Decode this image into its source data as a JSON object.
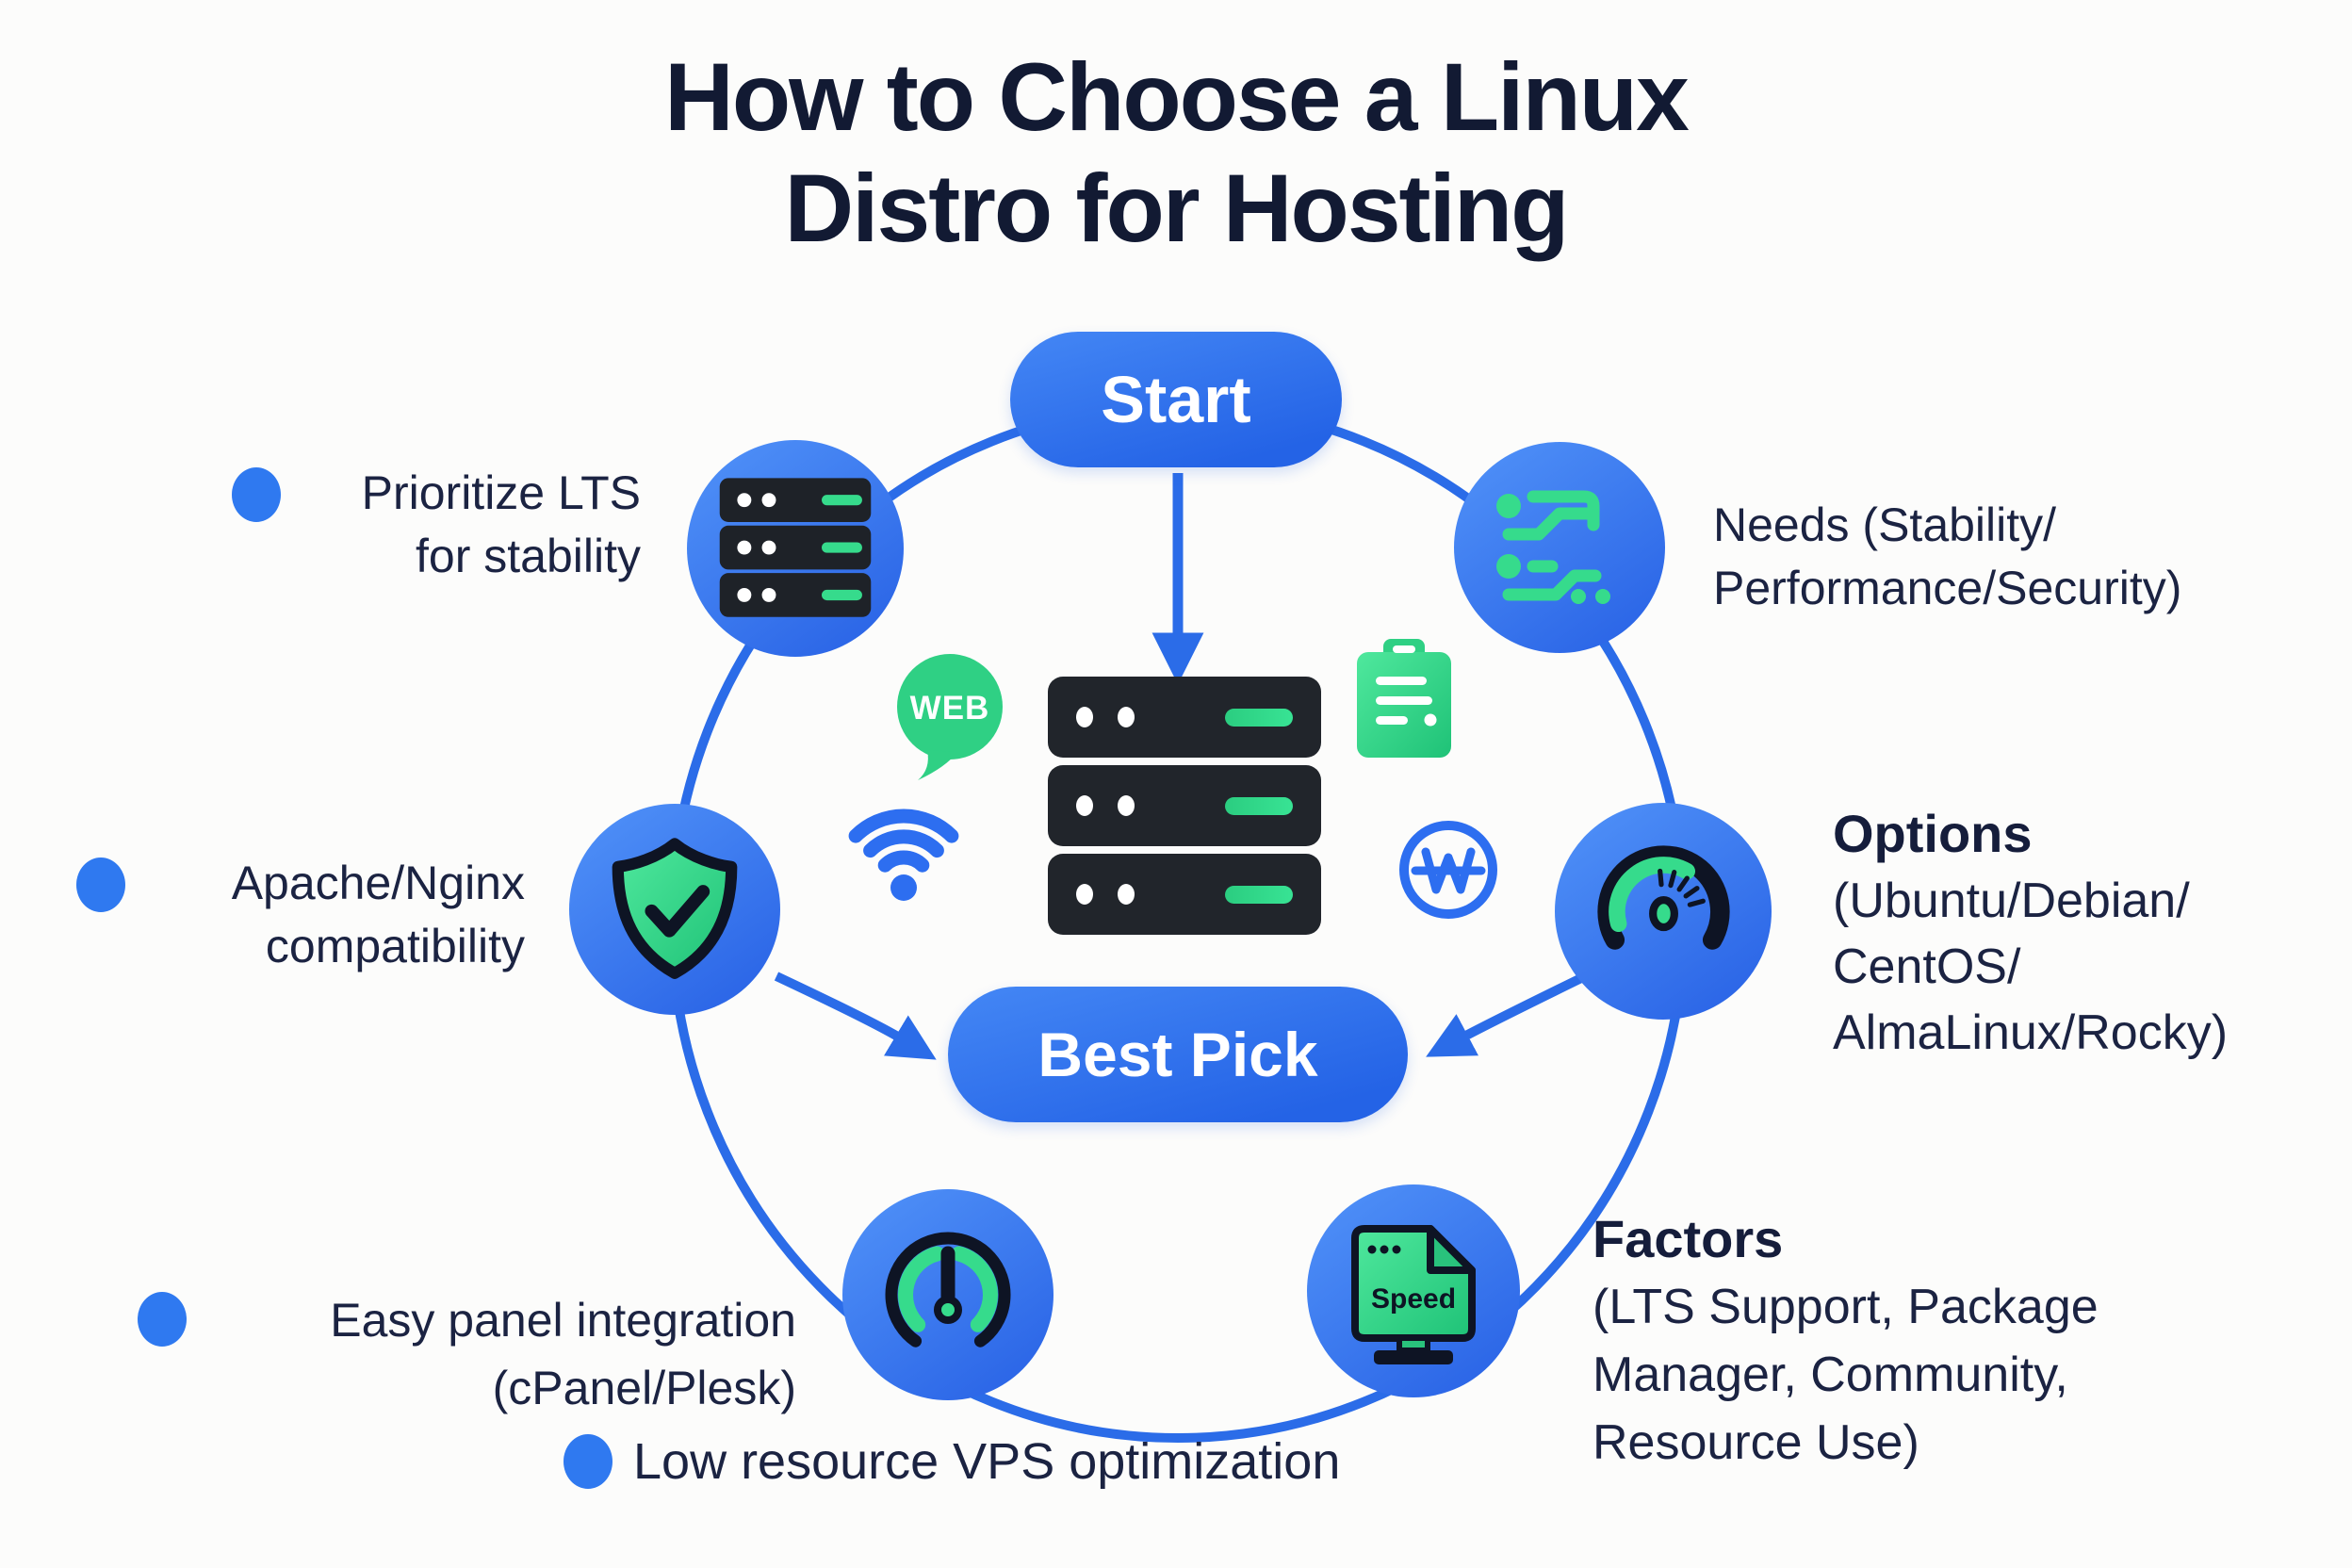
{
  "title": {
    "lines": [
      "How to Choose a Linux",
      "Distro for Hosting"
    ]
  },
  "flow": {
    "start_label": "Start",
    "best_pick_label": "Best Pick"
  },
  "callouts": {
    "top_left": {
      "lines": [
        "Prioritize LTS",
        "for stability"
      ]
    },
    "top_right": {
      "lines": [
        "Needs (Stability/",
        "Performance/Security)"
      ]
    },
    "left": {
      "lines": [
        "Apache/Nginx",
        "compatibility"
      ]
    },
    "right": {
      "heading": "Options",
      "lines": [
        "(Ubuntu/Debian/",
        "CentOS/",
        "AlmaLinux/Rocky)"
      ]
    },
    "bottom_left": {
      "lines": [
        "Easy panel integration",
        "(cPanel/Plesk)"
      ]
    },
    "bottom_right": {
      "heading": "Factors",
      "lines": [
        "(LTS Support, Package",
        "Manager, Community,",
        "Resource Use)"
      ]
    },
    "bottom": {
      "lines": [
        "Low resource VPS optimization"
      ]
    }
  },
  "center_graphic": {
    "web_badge_label": "WEB",
    "monitor_label": "Speed",
    "icons": [
      "server-stack-icon",
      "web-badge-icon",
      "wifi-icon",
      "clipboard-icon",
      "waveform-icon"
    ]
  },
  "node_icons": [
    "server-rack-icon",
    "circuit-icon",
    "shield-check-icon",
    "speedometer-icon",
    "gauge-icon",
    "speed-monitor-icon"
  ],
  "colors": {
    "primary_blue": "#2b6ce8",
    "node_blue_light": "#4e8ff7",
    "node_blue_dark": "#2a64e6",
    "accent_green": "#2fd084",
    "dark_outline": "#0e1424",
    "server_dark": "#21252b",
    "text_navy": "#1b2342",
    "title_navy": "#121a33",
    "background": "#fcfcfb",
    "white": "#ffffff"
  }
}
